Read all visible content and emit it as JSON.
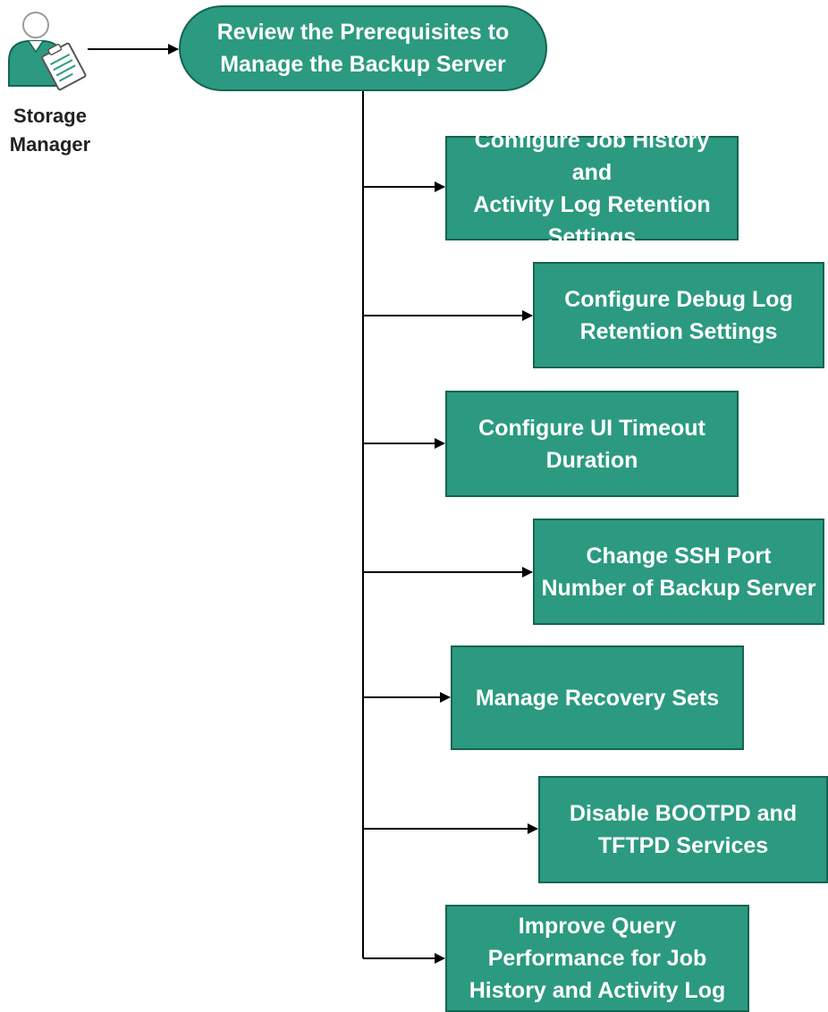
{
  "role": {
    "icon": "storage-manager-person-clipboard-icon",
    "line1": "Storage",
    "line2": "Manager"
  },
  "start": {
    "line1": "Review the Prerequisites to",
    "line2": "Manage the Backup Server"
  },
  "steps": [
    {
      "lines": [
        "Configure Job History and",
        "Activity Log Retention",
        "Settings"
      ]
    },
    {
      "lines": [
        "Configure Debug Log",
        "Retention Settings"
      ]
    },
    {
      "lines": [
        "Configure UI Timeout",
        "Duration"
      ]
    },
    {
      "lines": [
        "Change SSH Port",
        "Number of Backup Server"
      ]
    },
    {
      "lines": [
        "Manage Recovery Sets"
      ]
    },
    {
      "lines": [
        "Disable BOOTPD and",
        "TFTPD Services"
      ]
    },
    {
      "lines": [
        "Improve Query",
        "Performance for Job",
        "History and Activity Log"
      ]
    }
  ],
  "colors": {
    "box_fill": "#2b9a80",
    "box_border": "#156450",
    "box_text": "#ffffff",
    "connector": "#000000"
  }
}
